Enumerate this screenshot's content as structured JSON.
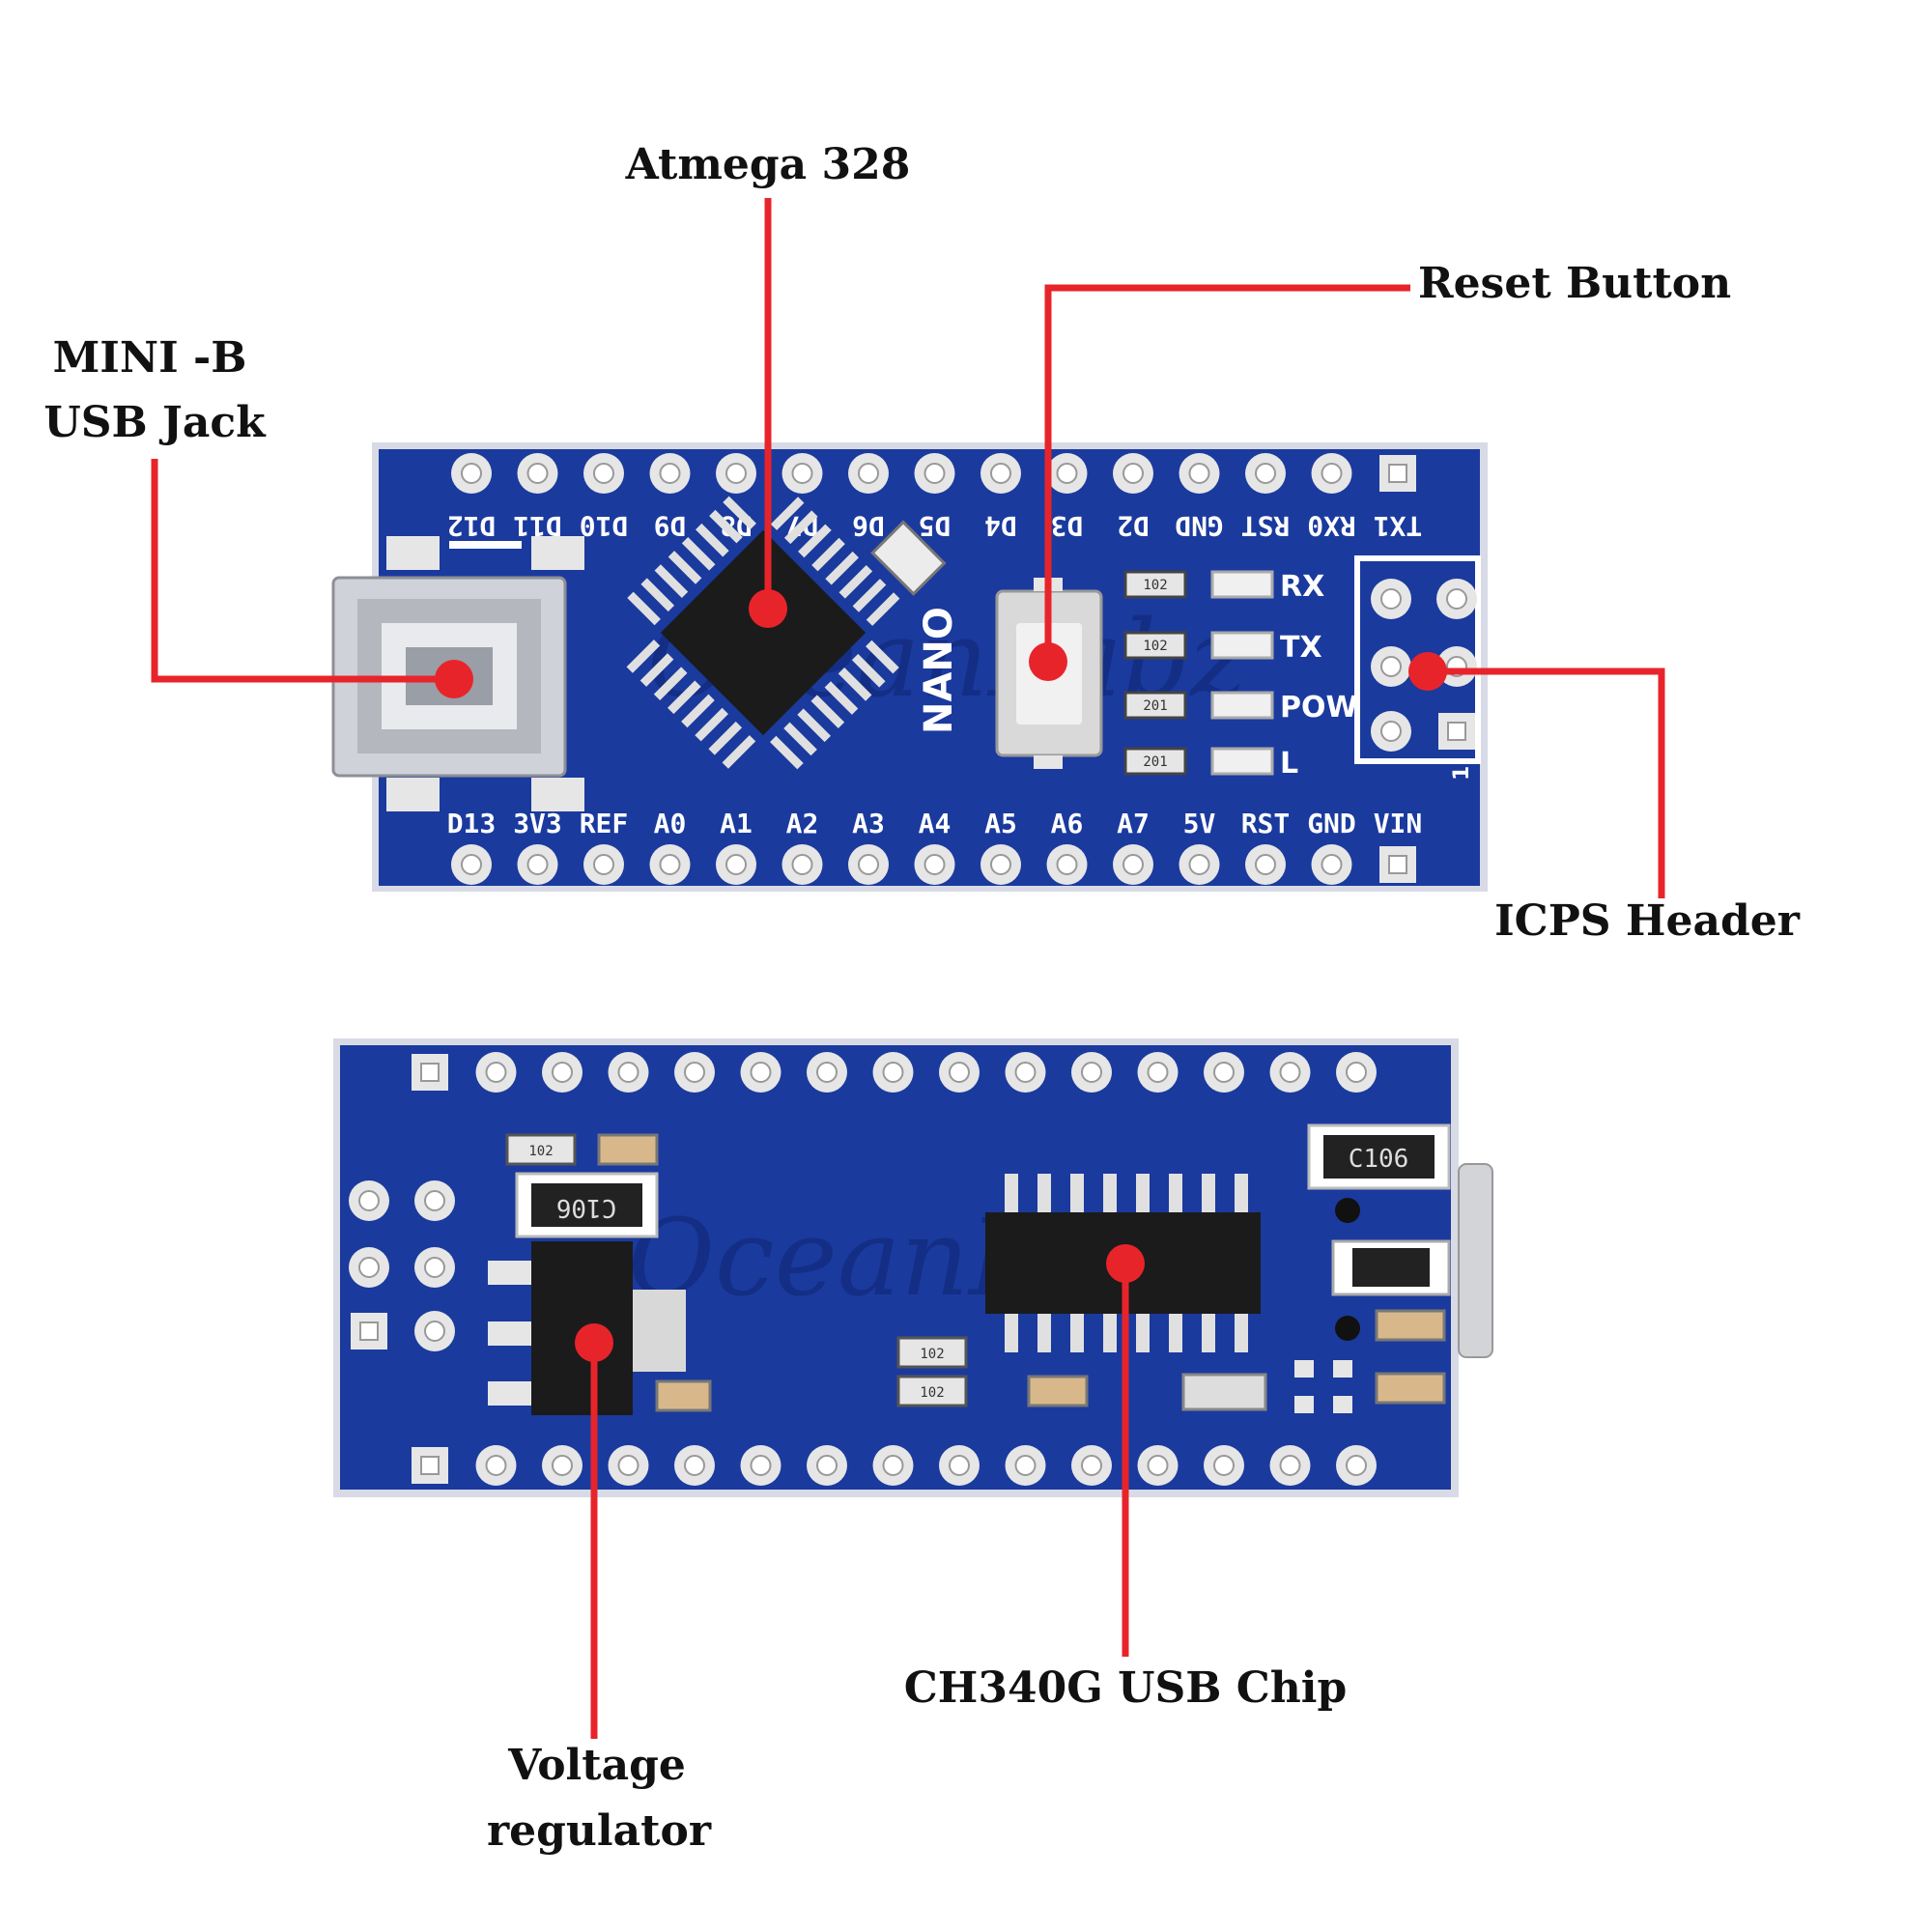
{
  "colors": {
    "pcb": "#1a3a9e",
    "pcb_edge": "#d8dbe6",
    "callout": "#e8242b",
    "pad": "#e6e6e6",
    "chip": "#1b1b1b"
  },
  "callouts": {
    "atmega": "Atmega 328",
    "reset": "Reset Button",
    "usb_jack_line1": "MINI -B",
    "usb_jack_line2": "USB Jack",
    "icsp": "ICPS Header",
    "ch340": "CH340G USB Chip",
    "regulator_line1": "Voltage",
    "regulator_line2": "regulator"
  },
  "top_board": {
    "top_pins": [
      "D12",
      "D11",
      "D10",
      "D9",
      "D8",
      "D7",
      "D6",
      "D5",
      "D4",
      "D3",
      "D2",
      "GND",
      "RST",
      "RX0",
      "TX1"
    ],
    "bottom_pins": [
      "D13",
      "3V3",
      "REF",
      "A0",
      "A1",
      "A2",
      "A3",
      "A4",
      "A5",
      "A6",
      "A7",
      "5V",
      "RST",
      "GND",
      "VIN"
    ],
    "led_labels": [
      "RX",
      "TX",
      "POW",
      "L"
    ],
    "board_name": "NANO",
    "icsp_pin1": "1",
    "resistor_codes": [
      "102",
      "102",
      "201",
      "201"
    ],
    "watermark": "OceanLabz"
  },
  "bottom_board": {
    "cap_label_1": "C106",
    "cap_label_2": "C106",
    "resistor_codes": [
      "102",
      "102",
      "102"
    ],
    "watermark": "OceanLabz"
  }
}
